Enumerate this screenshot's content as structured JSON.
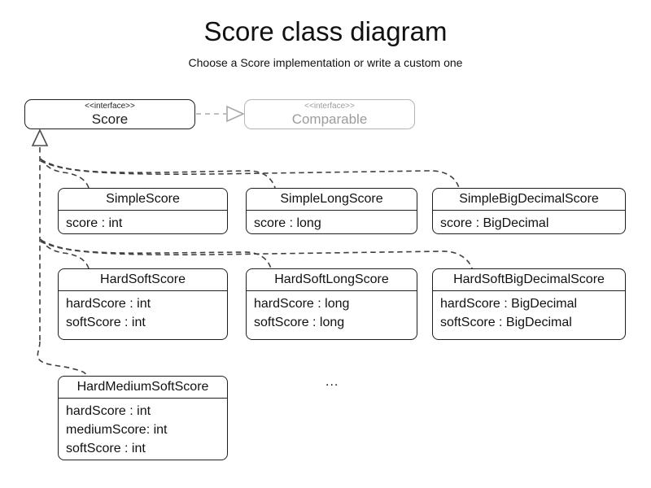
{
  "title": "Score class diagram",
  "subtitle": "Choose a Score implementation or write a custom one",
  "colors": {
    "background": "#ffffff",
    "ink": "#1f1f1f",
    "muted_gray": "#9c9c9c",
    "muted_border": "#b5b5b5",
    "connector": "#404040"
  },
  "interfaces": {
    "score": {
      "stereotype": "<<interface>>",
      "name": "Score"
    },
    "comparable": {
      "stereotype": "<<interface>>",
      "name": "Comparable"
    }
  },
  "classes": [
    {
      "name": "SimpleScore",
      "attributes": [
        "score : int"
      ]
    },
    {
      "name": "SimpleLongScore",
      "attributes": [
        "score : long"
      ]
    },
    {
      "name": "SimpleBigDecimalScore",
      "attributes": [
        "score : BigDecimal"
      ]
    },
    {
      "name": "HardSoftScore",
      "attributes": [
        "hardScore : int",
        "softScore : int"
      ]
    },
    {
      "name": "HardSoftLongScore",
      "attributes": [
        "hardScore : long",
        "softScore : long"
      ]
    },
    {
      "name": "HardSoftBigDecimalScore",
      "attributes": [
        "hardScore : BigDecimal",
        "softScore : BigDecimal"
      ]
    },
    {
      "name": "HardMediumSoftScore",
      "attributes": [
        "hardScore : int",
        "mediumScore: int",
        "softScore : int"
      ]
    }
  ],
  "ellipsis": "..."
}
